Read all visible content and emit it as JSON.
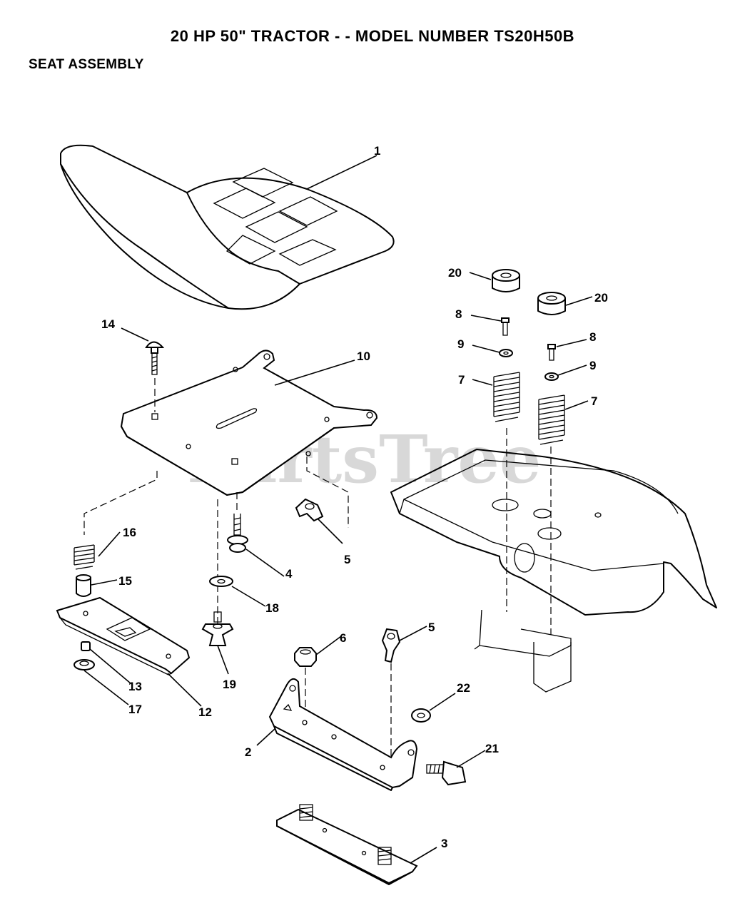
{
  "title": "20 HP 50\" TRACTOR - - MODEL NUMBER TS20H50B",
  "section": "SEAT ASSEMBLY",
  "watermark": "PartsTree",
  "callouts": {
    "c1": "1",
    "c2": "2",
    "c3": "3",
    "c4": "4",
    "c5a": "5",
    "c5b": "5",
    "c6": "6",
    "c7a": "7",
    "c7b": "7",
    "c8a": "8",
    "c8b": "8",
    "c9a": "9",
    "c9b": "9",
    "c10": "10",
    "c12": "12",
    "c13": "13",
    "c14": "14",
    "c15": "15",
    "c16": "16",
    "c17": "17",
    "c18": "18",
    "c19": "19",
    "c20a": "20",
    "c20b": "20",
    "c21": "21",
    "c22": "22"
  }
}
